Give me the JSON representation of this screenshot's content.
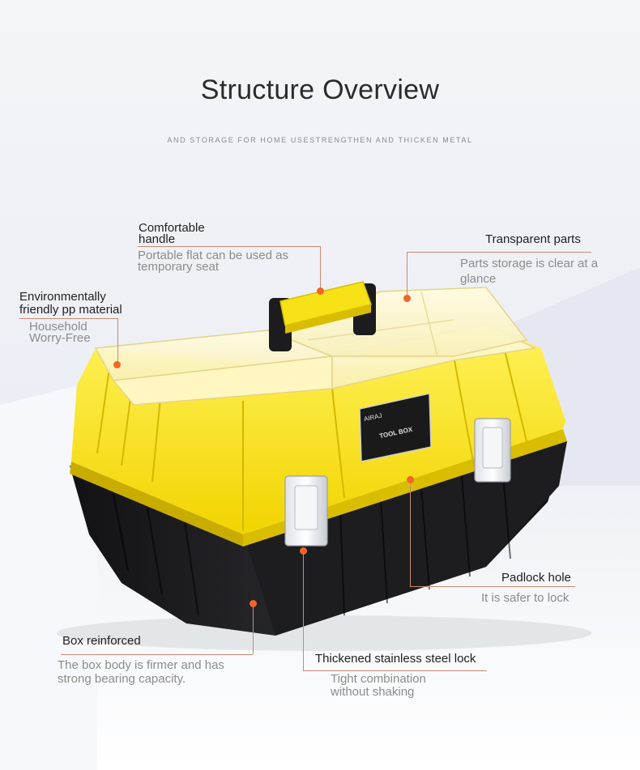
{
  "page": {
    "title": "Structure Overview",
    "subtitle": "AND STORAGE FOR HOME USESTRENGTHEN AND THICKEN METAL"
  },
  "colors": {
    "accent": "#f26522",
    "box_yellow": "#f7e218",
    "box_black": "#1b1b1d",
    "leader_line": "#c98a70"
  },
  "product": {
    "nameplate_brand": "AIRAJ",
    "nameplate_title": "TOOL BOX"
  },
  "callouts": {
    "handle": {
      "title_line1": "Comfortable",
      "title_line2": "handle",
      "desc_line1": "Portable flat can be used as",
      "desc_line2": "temporary seat"
    },
    "transparent": {
      "title": "Transparent parts",
      "desc_line1": "Parts storage is clear at a",
      "desc_line2": "glance"
    },
    "material": {
      "title_line1": "Environmentally",
      "title_line2": "friendly pp material",
      "desc_line1": "Household",
      "desc_line2": "Worry-Free"
    },
    "padlock": {
      "title": "Padlock hole",
      "desc": "It is safer to lock"
    },
    "reinforced": {
      "title": "Box reinforced",
      "desc_line1": "The box body is firmer and has",
      "desc_line2": "strong bearing capacity."
    },
    "lock": {
      "title": "Thickened stainless steel lock",
      "desc_line1": "Tight combination",
      "desc_line2": "without shaking"
    }
  }
}
